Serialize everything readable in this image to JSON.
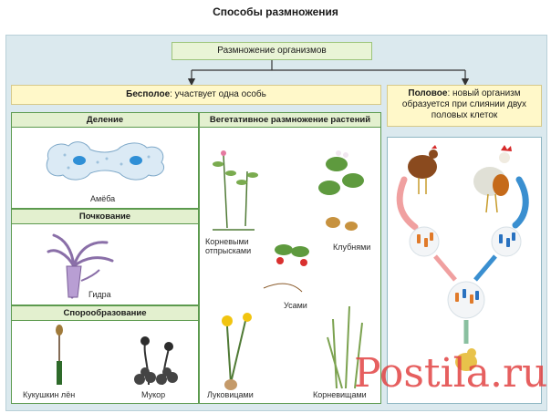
{
  "title": "Способы размножения",
  "root": "Размножение организмов",
  "asexual": {
    "bold": "Бесполое",
    "rest": ": участвует одна особь"
  },
  "sexual": {
    "bold": "Половое",
    "rest": ": новый организм образуется при слиянии двух половых клеток"
  },
  "division": {
    "header": "Деление",
    "amoeba": "Амёба"
  },
  "budding": {
    "header": "Почкование",
    "hydra": "Гидра"
  },
  "spores": {
    "header": "Спорообразование",
    "moss": "Кукушкин лён",
    "mucor": "Мукор"
  },
  "vegetative": {
    "header": "Вегетативное размножение растений",
    "root_suckers": "Корневыми отпрысками",
    "tubers": "Клубнями",
    "runners": "Усами",
    "bulbs": "Луковицами",
    "rhizomes": "Корневищами"
  },
  "watermark": "Postila.ru",
  "colors": {
    "panel_border": "#5c9a4e",
    "header_fill": "#e3f0cf",
    "yellow_fill": "#fff8c9",
    "frame": "#dbe9ee",
    "sperm_arrow": "#f0a0a0",
    "egg_arrow": "#3a8fd0"
  }
}
